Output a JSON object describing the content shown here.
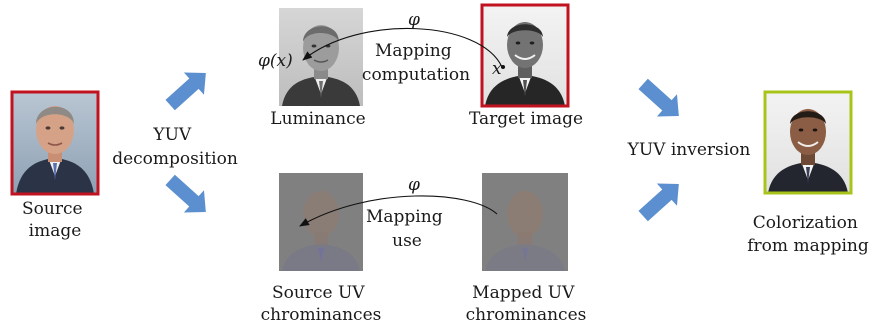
{
  "labels": {
    "source_image": [
      "Source",
      "image"
    ],
    "yuv_decomposition": [
      "YUV",
      "decomposition"
    ],
    "luminance": "Luminance",
    "target_image": "Target image",
    "mapping_computation": [
      "Mapping",
      "computation"
    ],
    "phi_top": "φ",
    "phi_x": "φ(x)",
    "x": "x",
    "source_uv": [
      "Source UV",
      "chrominances"
    ],
    "mapped_uv": [
      "Mapped UV",
      "chrominances"
    ],
    "mapping_use": [
      "Mapping",
      "use"
    ],
    "phi_bottom": "φ",
    "yuv_inversion": "YUV inversion",
    "colorization": [
      "Colorization",
      "from mapping"
    ]
  },
  "colors": {
    "arrow_blue": "#5b8fcf",
    "source_frame": "#c1121f",
    "target_frame": "#c1121f",
    "result_frame": "#a8c41a",
    "chroma_gray": "#7f7f7f",
    "luminance_bg": "#cfcfcf",
    "target_bg": "#f2f2f2"
  },
  "icons": {
    "flow_arrow": "block-arrow-icon",
    "source_image": "face-photo-color-icon",
    "luminance_image": "face-photo-grayscale-icon",
    "target_image": "face-photo-grayscale-icon",
    "source_uv": "face-chroma-icon",
    "mapped_uv": "face-chroma-icon",
    "result_image": "face-photo-color-icon"
  }
}
